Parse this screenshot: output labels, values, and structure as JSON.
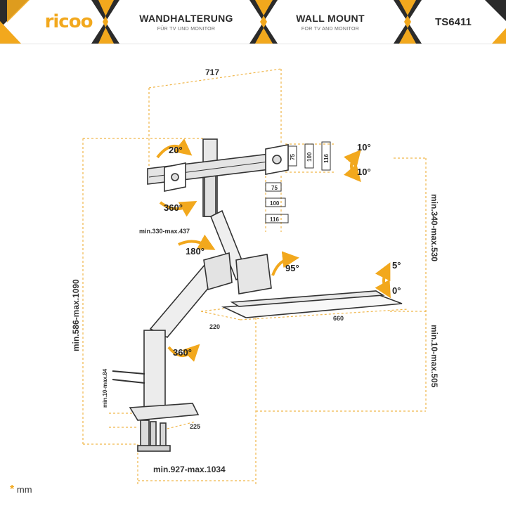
{
  "header": {
    "logo": "ricoo",
    "title_de": "WANDHALTERUNG",
    "subtitle_de": "FÜR TV UND MONITOR",
    "title_en": "WALL MOUNT",
    "subtitle_en": "FOR TV AND MONITOR",
    "model": "TS6411"
  },
  "colors": {
    "accent": "#f2a81d",
    "dark": "#2b2b2b",
    "dimension_line": "#f0b64a"
  },
  "dimensions": {
    "top_width": "717",
    "vesa_75_h": "75",
    "vesa_100_h": "100",
    "vesa_116_h": "116",
    "vesa_75_w": "75",
    "vesa_100_w": "100",
    "vesa_116_w": "116",
    "arm_length": "min.330-max.437",
    "total_height": "min.586-max.1090",
    "right_upper": "min.340-max.530",
    "right_lower": "min.10-max.505",
    "keyboard_depth": "220",
    "keyboard_width": "660",
    "clamp_thickness": "min.10-max.84",
    "clamp_depth": "225",
    "base_width": "min.927-max.1034"
  },
  "angles": {
    "tilt_20": "20°",
    "rotate_360_top": "360°",
    "tilt_up": "10°",
    "tilt_down": "10°",
    "swivel_180": "180°",
    "tray_95": "95°",
    "tray_5": "5°",
    "tray_0": "0°",
    "rotate_360_base": "360°"
  },
  "unit_note": {
    "star": "*",
    "text": "mm"
  }
}
